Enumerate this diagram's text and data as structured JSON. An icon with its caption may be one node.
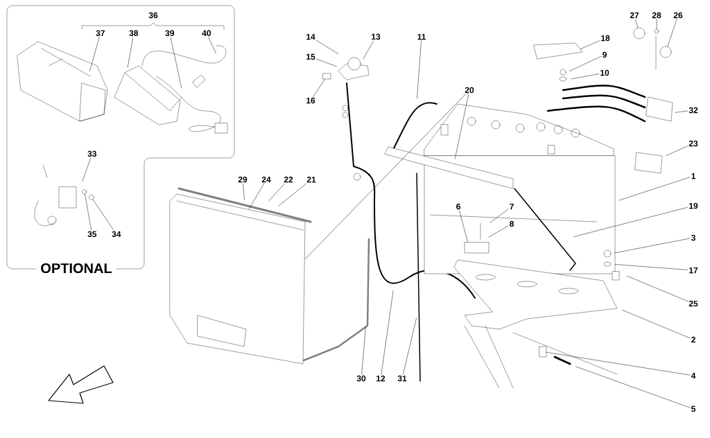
{
  "diagram": {
    "nodes": [
      {
        "text": [
          "OPTIONAL"
        ]
      },
      {
        "text": [
          "37"
        ],
        "in": 0
      },
      {
        "text": [
          "38"
        ],
        "in": 0
      },
      {
        "text": [
          "39"
        ],
        "in": 0
      },
      {
        "text": [
          "40"
        ],
        "in": 0
      },
      {
        "text": [
          "33"
        ],
        "in": 0
      },
      {
        "text": [
          "35"
        ],
        "in": 0
      },
      {
        "text": [
          "34"
        ],
        "in": 0
      },
      {
        "text": [
          "14"
        ]
      },
      {
        "text": [
          "13"
        ]
      },
      {
        "text": [
          "11"
        ]
      },
      {
        "text": [
          "27"
        ]
      },
      {
        "text": [
          "28"
        ]
      },
      {
        "text": [
          "26"
        ]
      },
      {
        "text": [
          "18"
        ]
      },
      {
        "text": [
          "15"
        ]
      },
      {
        "text": [
          "9"
        ]
      },
      {
        "text": [
          "10"
        ]
      },
      {
        "text": [
          "20"
        ]
      },
      {
        "text": [
          "16"
        ]
      },
      {
        "text": [
          "32"
        ]
      },
      {
        "text": [
          "23"
        ]
      },
      {
        "text": [
          "29"
        ]
      },
      {
        "text": [
          "24"
        ]
      },
      {
        "text": [
          "22"
        ]
      },
      {
        "text": [
          "21"
        ]
      },
      {
        "text": [
          "1"
        ]
      },
      {
        "text": [
          "6"
        ]
      },
      {
        "text": [
          "7"
        ]
      },
      {
        "text": [
          "19"
        ]
      },
      {
        "text": [
          "8"
        ]
      },
      {
        "text": [
          "3"
        ]
      },
      {
        "text": [
          "17"
        ]
      },
      {
        "text": [
          "25"
        ]
      },
      {
        "text": [
          "2"
        ]
      },
      {
        "text": [
          "4"
        ]
      },
      {
        "text": [
          "30"
        ]
      },
      {
        "text": [
          "12"
        ]
      },
      {
        "text": [
          "31"
        ]
      },
      {
        "text": [
          "5"
        ]
      },
      {
        "text": [],
        "shape": "circle",
        "in": 0
      },
      {
        "text": [],
        "shape": "circle",
        "in": 0
      },
      {
        "text": [],
        "shape": "circle"
      },
      {
        "text": [],
        "shape": "circle"
      },
      {
        "text": [],
        "shape": "circle"
      },
      {
        "text": [],
        "shape": "box"
      },
      {
        "text": [],
        "shape": "box"
      }
    ],
    "edges": [
      {
        "from": 1,
        "to": null,
        "arrow": "none"
      },
      {
        "from": 2,
        "to": null,
        "arrow": "none"
      },
      {
        "from": 3,
        "to": null,
        "arrow": "none"
      },
      {
        "from": 4,
        "to": null,
        "arrow": "none"
      },
      {
        "from": 5,
        "to": null,
        "arrow": "none"
      },
      {
        "from": 6,
        "to": 40,
        "arrow": "none"
      },
      {
        "from": 7,
        "to": 41,
        "arrow": "none"
      },
      {
        "from": 8,
        "to": null,
        "arrow": "none"
      },
      {
        "from": 9,
        "to": null,
        "arrow": "none"
      },
      {
        "from": 10,
        "to": null,
        "arrow": "none"
      },
      {
        "from": 11,
        "to": 42,
        "arrow": "none"
      },
      {
        "from": 12,
        "to": 43,
        "arrow": "none"
      },
      {
        "from": 13,
        "to": 44,
        "arrow": "none"
      },
      {
        "from": 14,
        "to": null,
        "arrow": "none"
      },
      {
        "from": 15,
        "to": null,
        "arrow": "none"
      },
      {
        "from": 16,
        "to": null,
        "arrow": "none"
      },
      {
        "from": 17,
        "to": null,
        "arrow": "none"
      },
      {
        "from": 18,
        "to": null,
        "arrow": "none"
      },
      {
        "from": 18,
        "to": null,
        "arrow": "none"
      },
      {
        "from": 19,
        "to": 45,
        "arrow": "none"
      },
      {
        "from": 20,
        "to": null,
        "arrow": "none"
      },
      {
        "from": 21,
        "to": null,
        "arrow": "none"
      },
      {
        "from": 22,
        "to": null,
        "arrow": "none"
      },
      {
        "from": 23,
        "to": null,
        "arrow": "none"
      },
      {
        "from": 24,
        "to": null,
        "arrow": "none"
      },
      {
        "from": 25,
        "to": null,
        "arrow": "none"
      },
      {
        "from": 26,
        "to": null,
        "arrow": "none"
      },
      {
        "from": 27,
        "to": null,
        "arrow": "none"
      },
      {
        "from": 28,
        "to": null,
        "arrow": "none"
      },
      {
        "from": 29,
        "to": null,
        "arrow": "none"
      },
      {
        "from": 30,
        "to": null,
        "arrow": "none"
      },
      {
        "from": 31,
        "to": null,
        "arrow": "none"
      },
      {
        "from": 32,
        "to": null,
        "arrow": "none"
      },
      {
        "from": 33,
        "to": null,
        "arrow": "none"
      },
      {
        "from": 34,
        "to": null,
        "arrow": "none"
      },
      {
        "from": 35,
        "to": 46,
        "arrow": "none"
      },
      {
        "from": 36,
        "to": null,
        "arrow": "none"
      },
      {
        "from": 37,
        "to": null,
        "arrow": "none"
      },
      {
        "from": 38,
        "to": null,
        "arrow": "none"
      },
      {
        "from": 39,
        "to": null,
        "arrow": "none"
      }
    ],
    "labels": [
      "36"
    ]
  }
}
